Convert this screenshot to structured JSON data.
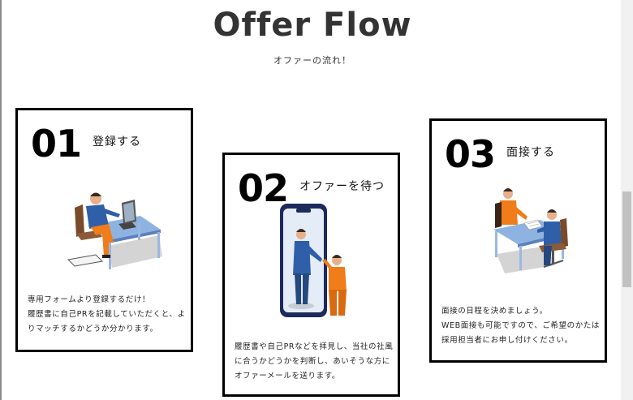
{
  "header": {
    "title": "Offer Flow",
    "subtitle": "オファーの流れ！"
  },
  "steps": [
    {
      "number": "01",
      "label": "登録する",
      "lines": [
        "専用フォームより登録するだけ！",
        "履歴書に自己PRを記載していただくと、よ",
        "りマッチするかどうか分かります。"
      ],
      "icon": "person-at-laptop-illustration"
    },
    {
      "number": "02",
      "label": "オファーを待つ",
      "lines": [
        "履歴書や自己PRなどを拝見し、当社の社風",
        "に合うかどうかを判断し、あいそうな方に",
        "オファーメールを送ります。"
      ],
      "icon": "phone-handshake-illustration"
    },
    {
      "number": "03",
      "label": "面接する",
      "lines": [
        "面接の日程を決めましょう。",
        "WEB面接も可能ですので、ご希望のかたは",
        "採用担当者にお申し付けください。"
      ],
      "icon": "interview-desk-illustration"
    }
  ],
  "colors": {
    "border": "#000000",
    "suit_blue": "#2f5fa8",
    "suit_orange": "#f07d1a",
    "desk_blue": "#7fa6d8"
  }
}
